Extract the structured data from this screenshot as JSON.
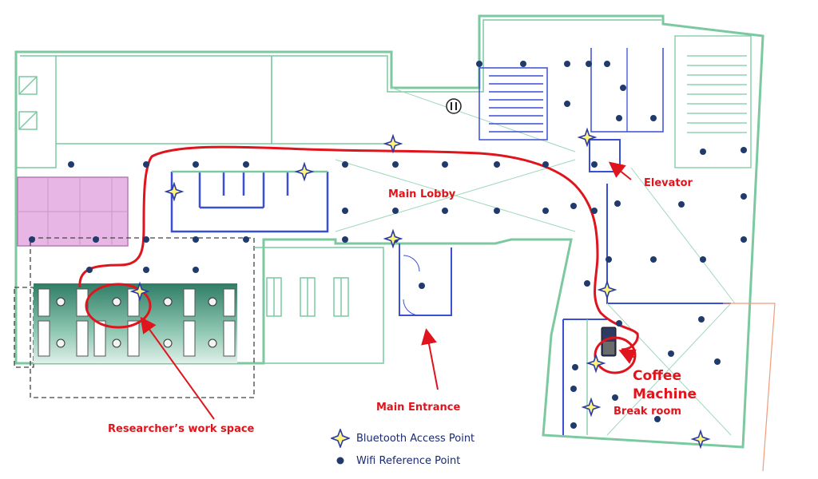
{
  "labels": {
    "main_lobby": "Main Lobby",
    "elevator": "Elevator",
    "main_entrance": "Main Entrance",
    "coffee_line1": "Coffee",
    "coffee_line2": "Machine",
    "break_room": "Break room",
    "workspace": "Researcher’s work space"
  },
  "legend": {
    "bluetooth": "Bluetooth Access Point",
    "wifi": "Wifi Reference Point"
  },
  "colors": {
    "route": "#e0141c",
    "wall_green": "#7cc9a0",
    "wall_blue": "#3a4fd6",
    "wifi": "#1f3a6b",
    "bluetooth_fill": "#fff57a",
    "bluetooth_stroke": "#2a3aa8",
    "workspace_fill": "#3f8f77",
    "pink_room": "#e7b6e5"
  },
  "icons": {
    "bluetooth": "bluetooth-access-point-star-icon",
    "wifi": "wifi-reference-point-dot-icon",
    "coffee": "coffee-machine-icon",
    "stairs": "stairs-icon",
    "restroom": "restroom-icon"
  }
}
